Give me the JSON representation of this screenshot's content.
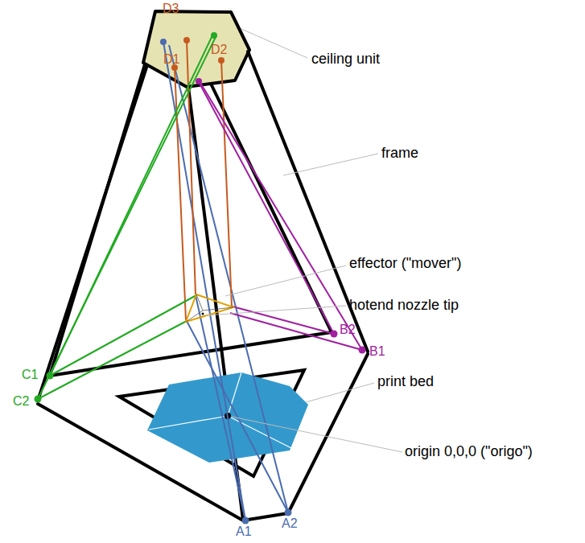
{
  "diagram": {
    "labels": [
      "D3",
      "D1",
      "D2",
      "ceiling unit",
      "frame",
      "effector (\"mover\")",
      "hotend nozzle tip",
      "B2",
      "B1",
      "C1",
      "C2",
      "print bed",
      "origin 0,0,0 (\"origo\")",
      "A1",
      "A2"
    ]
  }
}
